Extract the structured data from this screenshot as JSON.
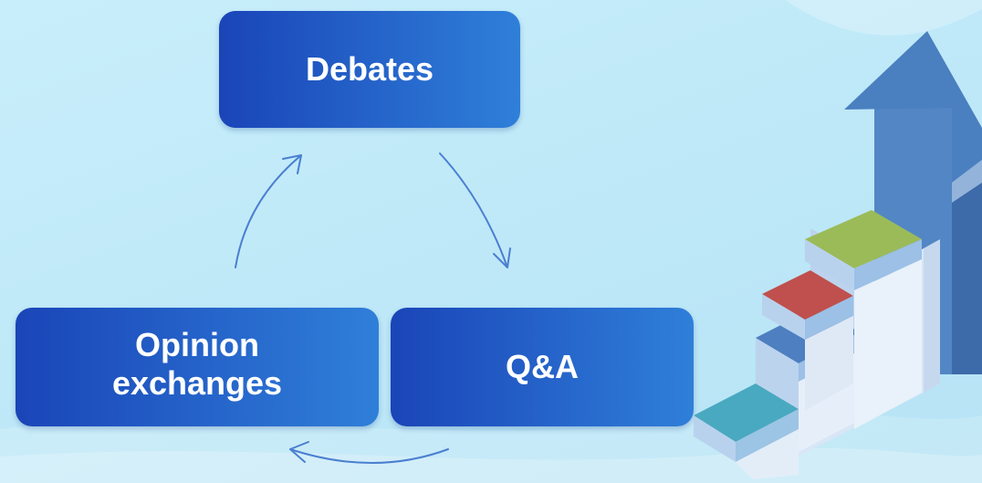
{
  "diagram": {
    "nodes": [
      {
        "id": "debates",
        "label": "Debates"
      },
      {
        "id": "qa",
        "label": "Q&A"
      },
      {
        "id": "opinion",
        "label_line1": "Opinion",
        "label_line2": "exchanges"
      }
    ],
    "edges": [
      {
        "from": "debates",
        "to": "qa"
      },
      {
        "from": "qa",
        "to": "opinion"
      },
      {
        "from": "opinion",
        "to": "debates"
      }
    ]
  },
  "colors": {
    "box_gradient_start": "#1a45b8",
    "box_gradient_end": "#2f7fd9",
    "arrow": "#4a7fd0",
    "background": "#c3ebf9",
    "step_teal": "#49a9c0",
    "step_blue": "#4d7fc1",
    "step_red": "#c0504d",
    "step_green": "#9bbb59",
    "growth_arrow": "#4f81bd"
  },
  "icons": {
    "decoration": "growth-stairs-arrow-icon"
  }
}
